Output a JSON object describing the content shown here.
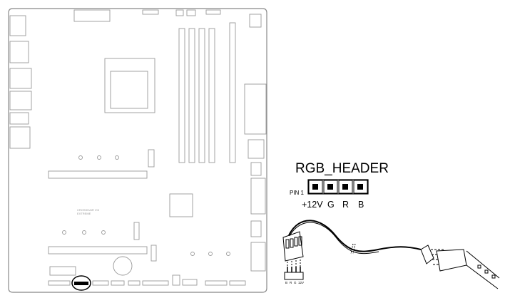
{
  "header": {
    "title": "RGB_HEADER",
    "pin1_label": "PIN 1"
  },
  "pins": [
    {
      "label": "+12V"
    },
    {
      "label": "G"
    },
    {
      "label": "R"
    },
    {
      "label": "B"
    }
  ],
  "board": {
    "model_line1": "CROSSHAIR VIII",
    "model_line2": "EXTREME"
  },
  "cable_pin_labels": [
    "B",
    "R",
    "G",
    "12V"
  ]
}
